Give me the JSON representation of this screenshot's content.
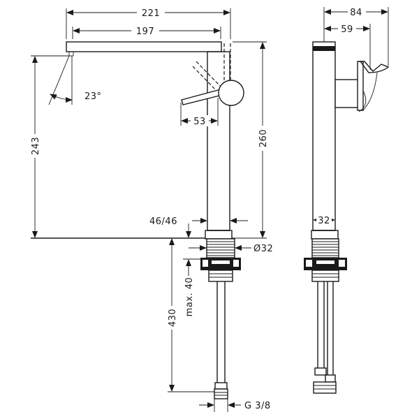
{
  "dimensions": {
    "d221": "221",
    "d197": "197",
    "d23": "23°",
    "d53": "53",
    "d243": "243",
    "d260": "260",
    "d46": "46/46",
    "d32dia": "Ø32",
    "d430": "430",
    "dmax40": "max. 40",
    "dg38": "G 3/8",
    "d84": "84",
    "d59": "59",
    "d32": "32"
  },
  "colors": {
    "line": "#1a1a1a",
    "background": "#ffffff"
  }
}
